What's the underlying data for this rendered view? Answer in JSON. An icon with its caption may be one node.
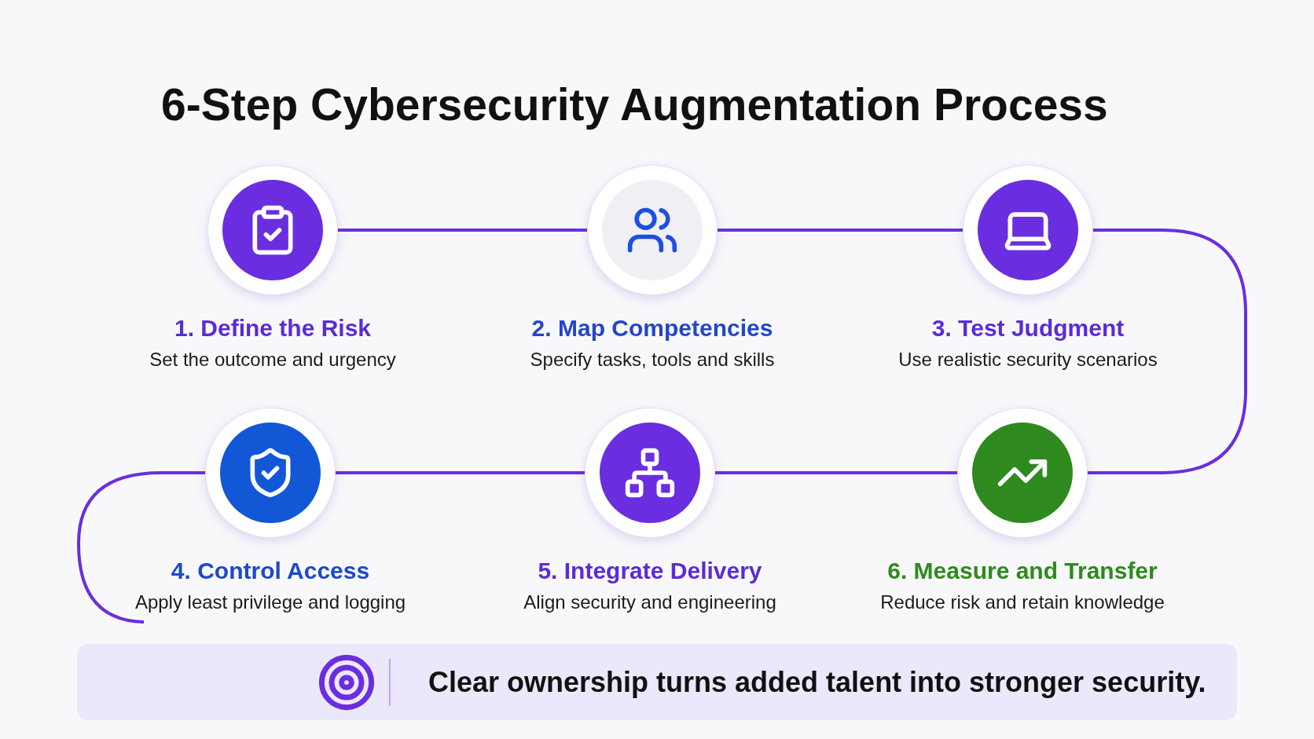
{
  "diagram": {
    "title": "6-Step Cybersecurity Augmentation Process",
    "nodes": [
      {
        "text": [
          "1. Define the Risk",
          "Set the outcome and urgency"
        ]
      },
      {
        "text": [
          "2. Map Competencies",
          "Specify tasks, tools and skills"
        ]
      },
      {
        "text": [
          "3. Test Judgment",
          "Use realistic security scenarios"
        ]
      },
      {
        "text": [
          "4. Control Access",
          "Apply least privilege and logging"
        ]
      },
      {
        "text": [
          "5. Integrate Delivery",
          "Align security and engineering"
        ]
      },
      {
        "text": [
          "6. Measure and Transfer",
          "Reduce risk and retain knowledge"
        ]
      },
      {
        "text": [
          "Clear ownership turns added talent into stronger security."
        ]
      }
    ],
    "edges": [
      {
        "from": 0,
        "to": 1,
        "arrow": "none"
      },
      {
        "from": 1,
        "to": 2,
        "arrow": "none"
      },
      {
        "from": 2,
        "to": 5,
        "arrow": "none"
      },
      {
        "from": 5,
        "to": 4,
        "arrow": "none"
      },
      {
        "from": 4,
        "to": 3,
        "arrow": "none"
      },
      {
        "from": 3,
        "to": null,
        "arrow": "none"
      }
    ]
  }
}
